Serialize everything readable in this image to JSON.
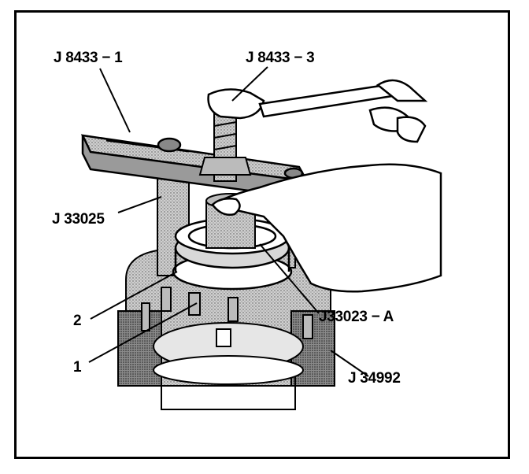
{
  "labels": {
    "j8433_1": "J 8433 − 1",
    "j8433_3": "J 8433 − 3",
    "j33025": "J 33025",
    "j33023a": "J33023 − A",
    "j34992": "J 34992",
    "item2": "2",
    "item1": "1"
  }
}
